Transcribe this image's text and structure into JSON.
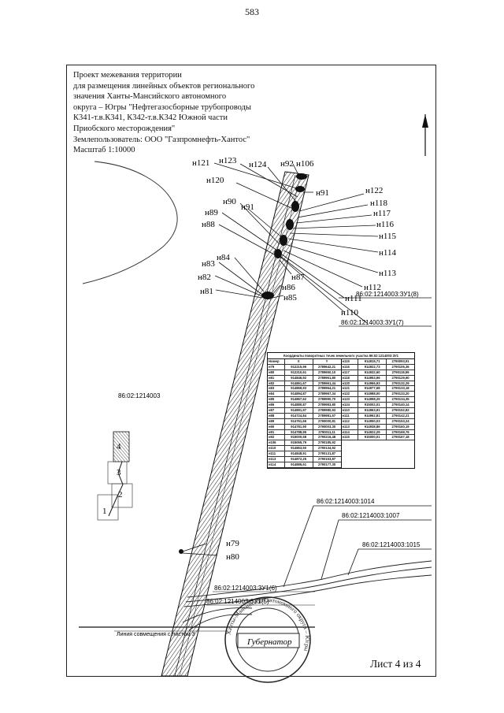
{
  "page_number": "583",
  "title_lines": [
    "Проект межевания территории",
    "для размещения линейных объектов регионального",
    "значения Ханты-Мансийского автономного",
    "округа – Югры \"Нефтегазосборные трубопроводы",
    "К341-т.в.К341, К342-т.в.К342 Южной части",
    "Приобского месторождения\"",
    "Землепользователь: ООО \"Газпромнефть-Хантос\"",
    "Масштаб 1:10000"
  ],
  "point_labels": [
    {
      "id": "n121",
      "text": "н121"
    },
    {
      "id": "n123",
      "text": "н123"
    },
    {
      "id": "n124",
      "text": "н124"
    },
    {
      "id": "n92",
      "text": "н92"
    },
    {
      "id": "n106",
      "text": "н106"
    },
    {
      "id": "n120",
      "text": "н120"
    },
    {
      "id": "n91a",
      "text": "н91"
    },
    {
      "id": "n122",
      "text": "н122"
    },
    {
      "id": "n90",
      "text": "н90"
    },
    {
      "id": "n118",
      "text": "н118"
    },
    {
      "id": "n91b",
      "text": "н91"
    },
    {
      "id": "n117",
      "text": "н117"
    },
    {
      "id": "n89",
      "text": "н89"
    },
    {
      "id": "n116",
      "text": "н116"
    },
    {
      "id": "n88",
      "text": "н88"
    },
    {
      "id": "n115",
      "text": "н115"
    },
    {
      "id": "n114",
      "text": "н114"
    },
    {
      "id": "n84",
      "text": "н84"
    },
    {
      "id": "n83",
      "text": "н83"
    },
    {
      "id": "n113",
      "text": "н113"
    },
    {
      "id": "n87",
      "text": "н87"
    },
    {
      "id": "n82",
      "text": "н82"
    },
    {
      "id": "n86",
      "text": "н86"
    },
    {
      "id": "n112",
      "text": "н112"
    },
    {
      "id": "n81",
      "text": "н81"
    },
    {
      "id": "n85",
      "text": "н85"
    },
    {
      "id": "n111",
      "text": "н111"
    },
    {
      "id": "n110",
      "text": "н110"
    },
    {
      "id": "n79",
      "text": "н79"
    },
    {
      "id": "n80",
      "text": "н80"
    }
  ],
  "parcel_labels": {
    "zu8": "86:02:1214003:ЗУ1(8)",
    "zu7": "86:02:1214003:ЗУ1(7)",
    "block": "86:02:1214003",
    "p1014": "86:02:1214003:1014",
    "p1007": "86:02:1214003:1007",
    "p1015": "86:02:1214003:1015",
    "zu6": "86:02:1214003:ЗУ1(6)",
    "zu5": "86:02:1214003:ЗУ1(5)"
  },
  "small_numbers": [
    "4",
    "3",
    "2",
    "1"
  ],
  "line_note": "Линия совмещения с листом 3",
  "sheet_label": "Лист 4 из 4",
  "coord_table": {
    "title": "Координаты поворотных точек земельного участка 86:02:1214003:ЗУ1",
    "header": [
      "Номер",
      "X",
      "Y"
    ],
    "left_rows": [
      [
        "н79",
        "912215,96",
        "2789642,21"
      ],
      [
        "н80",
        "912210,61",
        "2789650,10"
      ],
      [
        "н81",
        "914846,92",
        "2789961,80"
      ],
      [
        "н82",
        "914861,67",
        "2789961,44"
      ],
      [
        "н83",
        "914869,93",
        "2789964,21"
      ],
      [
        "н84",
        "914894,87",
        "2789967,34"
      ],
      [
        "н85",
        "914867,62",
        "2789990,70"
      ],
      [
        "н86",
        "914880,87",
        "2789983,80"
      ],
      [
        "н87",
        "914891,97",
        "2789980,93"
      ],
      [
        "н88",
        "914724,84",
        "2789981,57"
      ],
      [
        "н89",
        "914761,66",
        "2790000,81"
      ],
      [
        "н90",
        "914781,90",
        "2790003,30"
      ],
      [
        "н91",
        "914788,95",
        "2790011,11"
      ],
      [
        "н92",
        "915000,58",
        "2790216,48"
      ],
      [
        "н106",
        "915065,79",
        "2790185,92"
      ],
      [
        "н110",
        "914863,50",
        "2790134,92"
      ],
      [
        "н111",
        "914848,91",
        "2790131,87"
      ],
      [
        "н113",
        "914872,25",
        "2790153,87"
      ],
      [
        "н114",
        "914885,61",
        "2790177,30"
      ]
    ],
    "right_rows": [
      [
        "н115",
        "914915,71",
        "2790093,91"
      ],
      [
        "н116",
        "914922,73",
        "2790106,36"
      ],
      [
        "н117",
        "914932,60",
        "2790118,59"
      ],
      [
        "н118",
        "914953,96",
        "2790129,90"
      ],
      [
        "н120",
        "914966,93",
        "2790132,29"
      ],
      [
        "н121",
        "914977,68",
        "2790133,18"
      ],
      [
        "н122",
        "914988,00",
        "2790133,20"
      ],
      [
        "н123",
        "914998,25",
        "2790134,35"
      ],
      [
        "н124",
        "915002,01",
        "2790140,14"
      ],
      [
        "н110",
        "914963,91",
        "2790152,82"
      ],
      [
        "н111",
        "914962,81",
        "2790142,21"
      ],
      [
        "н112",
        "914950,03",
        "2790153,24"
      ],
      [
        "н113",
        "914938,86",
        "2790160,19"
      ],
      [
        "н114",
        "914922,29",
        "2790169,76"
      ],
      [
        "н115",
        "915000,01",
        "2790167,18"
      ]
    ]
  },
  "seal": {
    "ring_text": "Ханты-Мансийского автономного округа – Югры",
    "center_text": "Губернатор"
  }
}
